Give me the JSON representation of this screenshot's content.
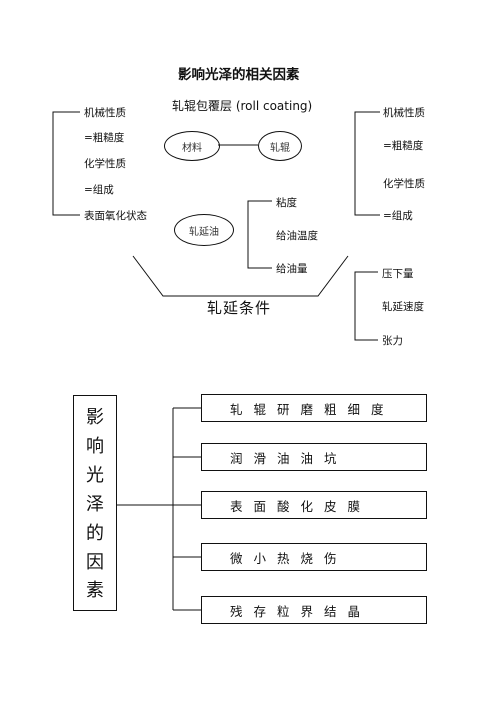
{
  "top": {
    "title": "影响光泽的相关因素",
    "roll_coating_label": "轧辊包覆层 (roll coating)",
    "left_bracket": [
      "机械性质",
      "=粗糙度",
      "化学性质",
      "=组成",
      "表面氧化状态"
    ],
    "right_bracket_top": [
      "机械性质",
      "=粗糙度",
      "化学性质",
      "=组成"
    ],
    "ellipse_material": "材料",
    "ellipse_roll": "轧辊",
    "ellipse_oil": "轧延油",
    "oil_bracket": [
      "粘度",
      "给油温度",
      "给油量"
    ],
    "rolling_conditions": "轧延条件",
    "right_bracket_bottom": [
      "压下量",
      "轧延速度",
      "张力"
    ]
  },
  "bottom": {
    "factor_chars": [
      "影",
      "响",
      "光",
      "泽",
      "的",
      "因",
      "素"
    ],
    "factors": [
      "轧辊研磨粗细度",
      "润滑油油坑",
      "表面酸化皮膜",
      "微小热烧伤",
      "残存粒界结晶"
    ]
  }
}
